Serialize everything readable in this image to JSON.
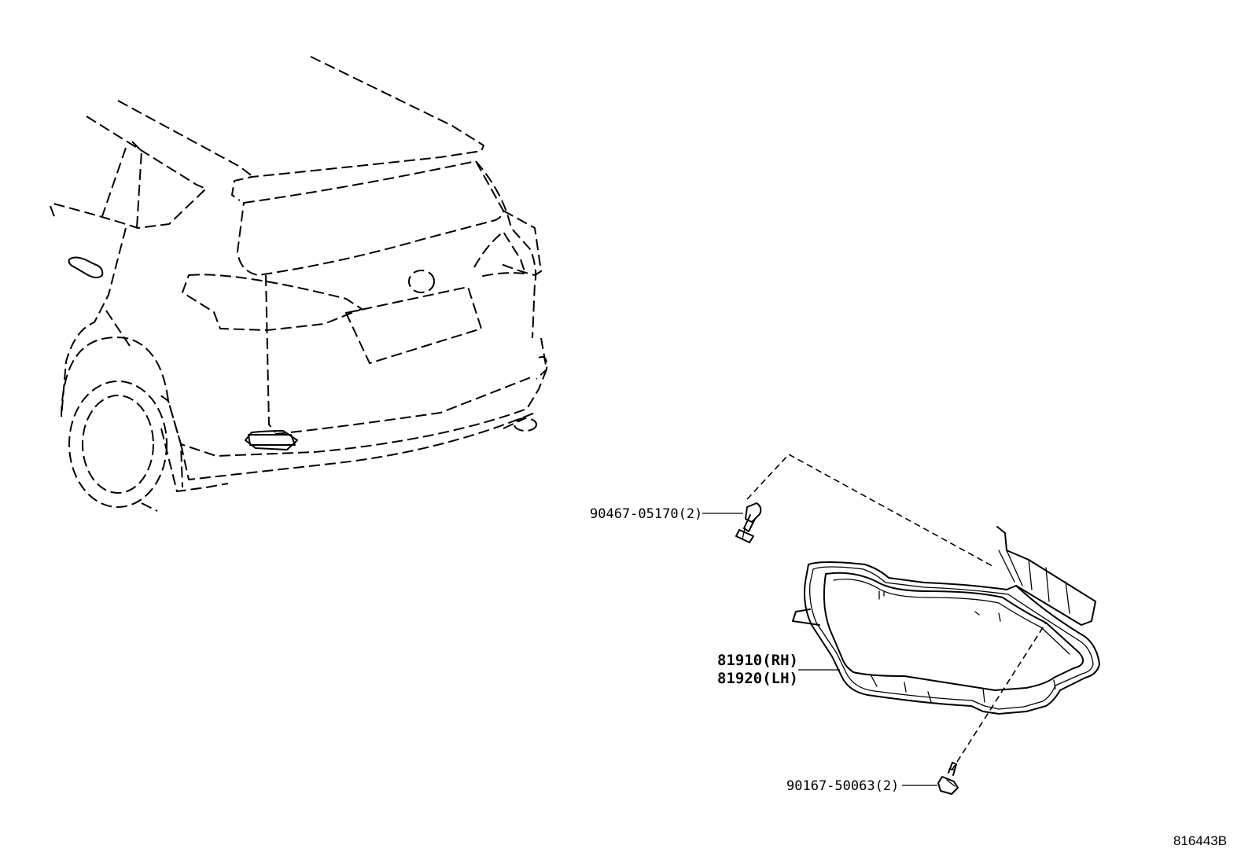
{
  "diagram": {
    "reference_code": "816443B",
    "parts": [
      {
        "id": "clip",
        "label": "90467-05170(2)",
        "icon": "clip-icon"
      },
      {
        "id": "reflector_rh",
        "label": "81910(RH)",
        "icon": "reflector-lens-icon"
      },
      {
        "id": "reflector_lh",
        "label": "81920(LH)",
        "icon": "reflector-lens-icon"
      },
      {
        "id": "screw",
        "label": "90167-50063(2)",
        "icon": "screw-icon"
      }
    ]
  }
}
